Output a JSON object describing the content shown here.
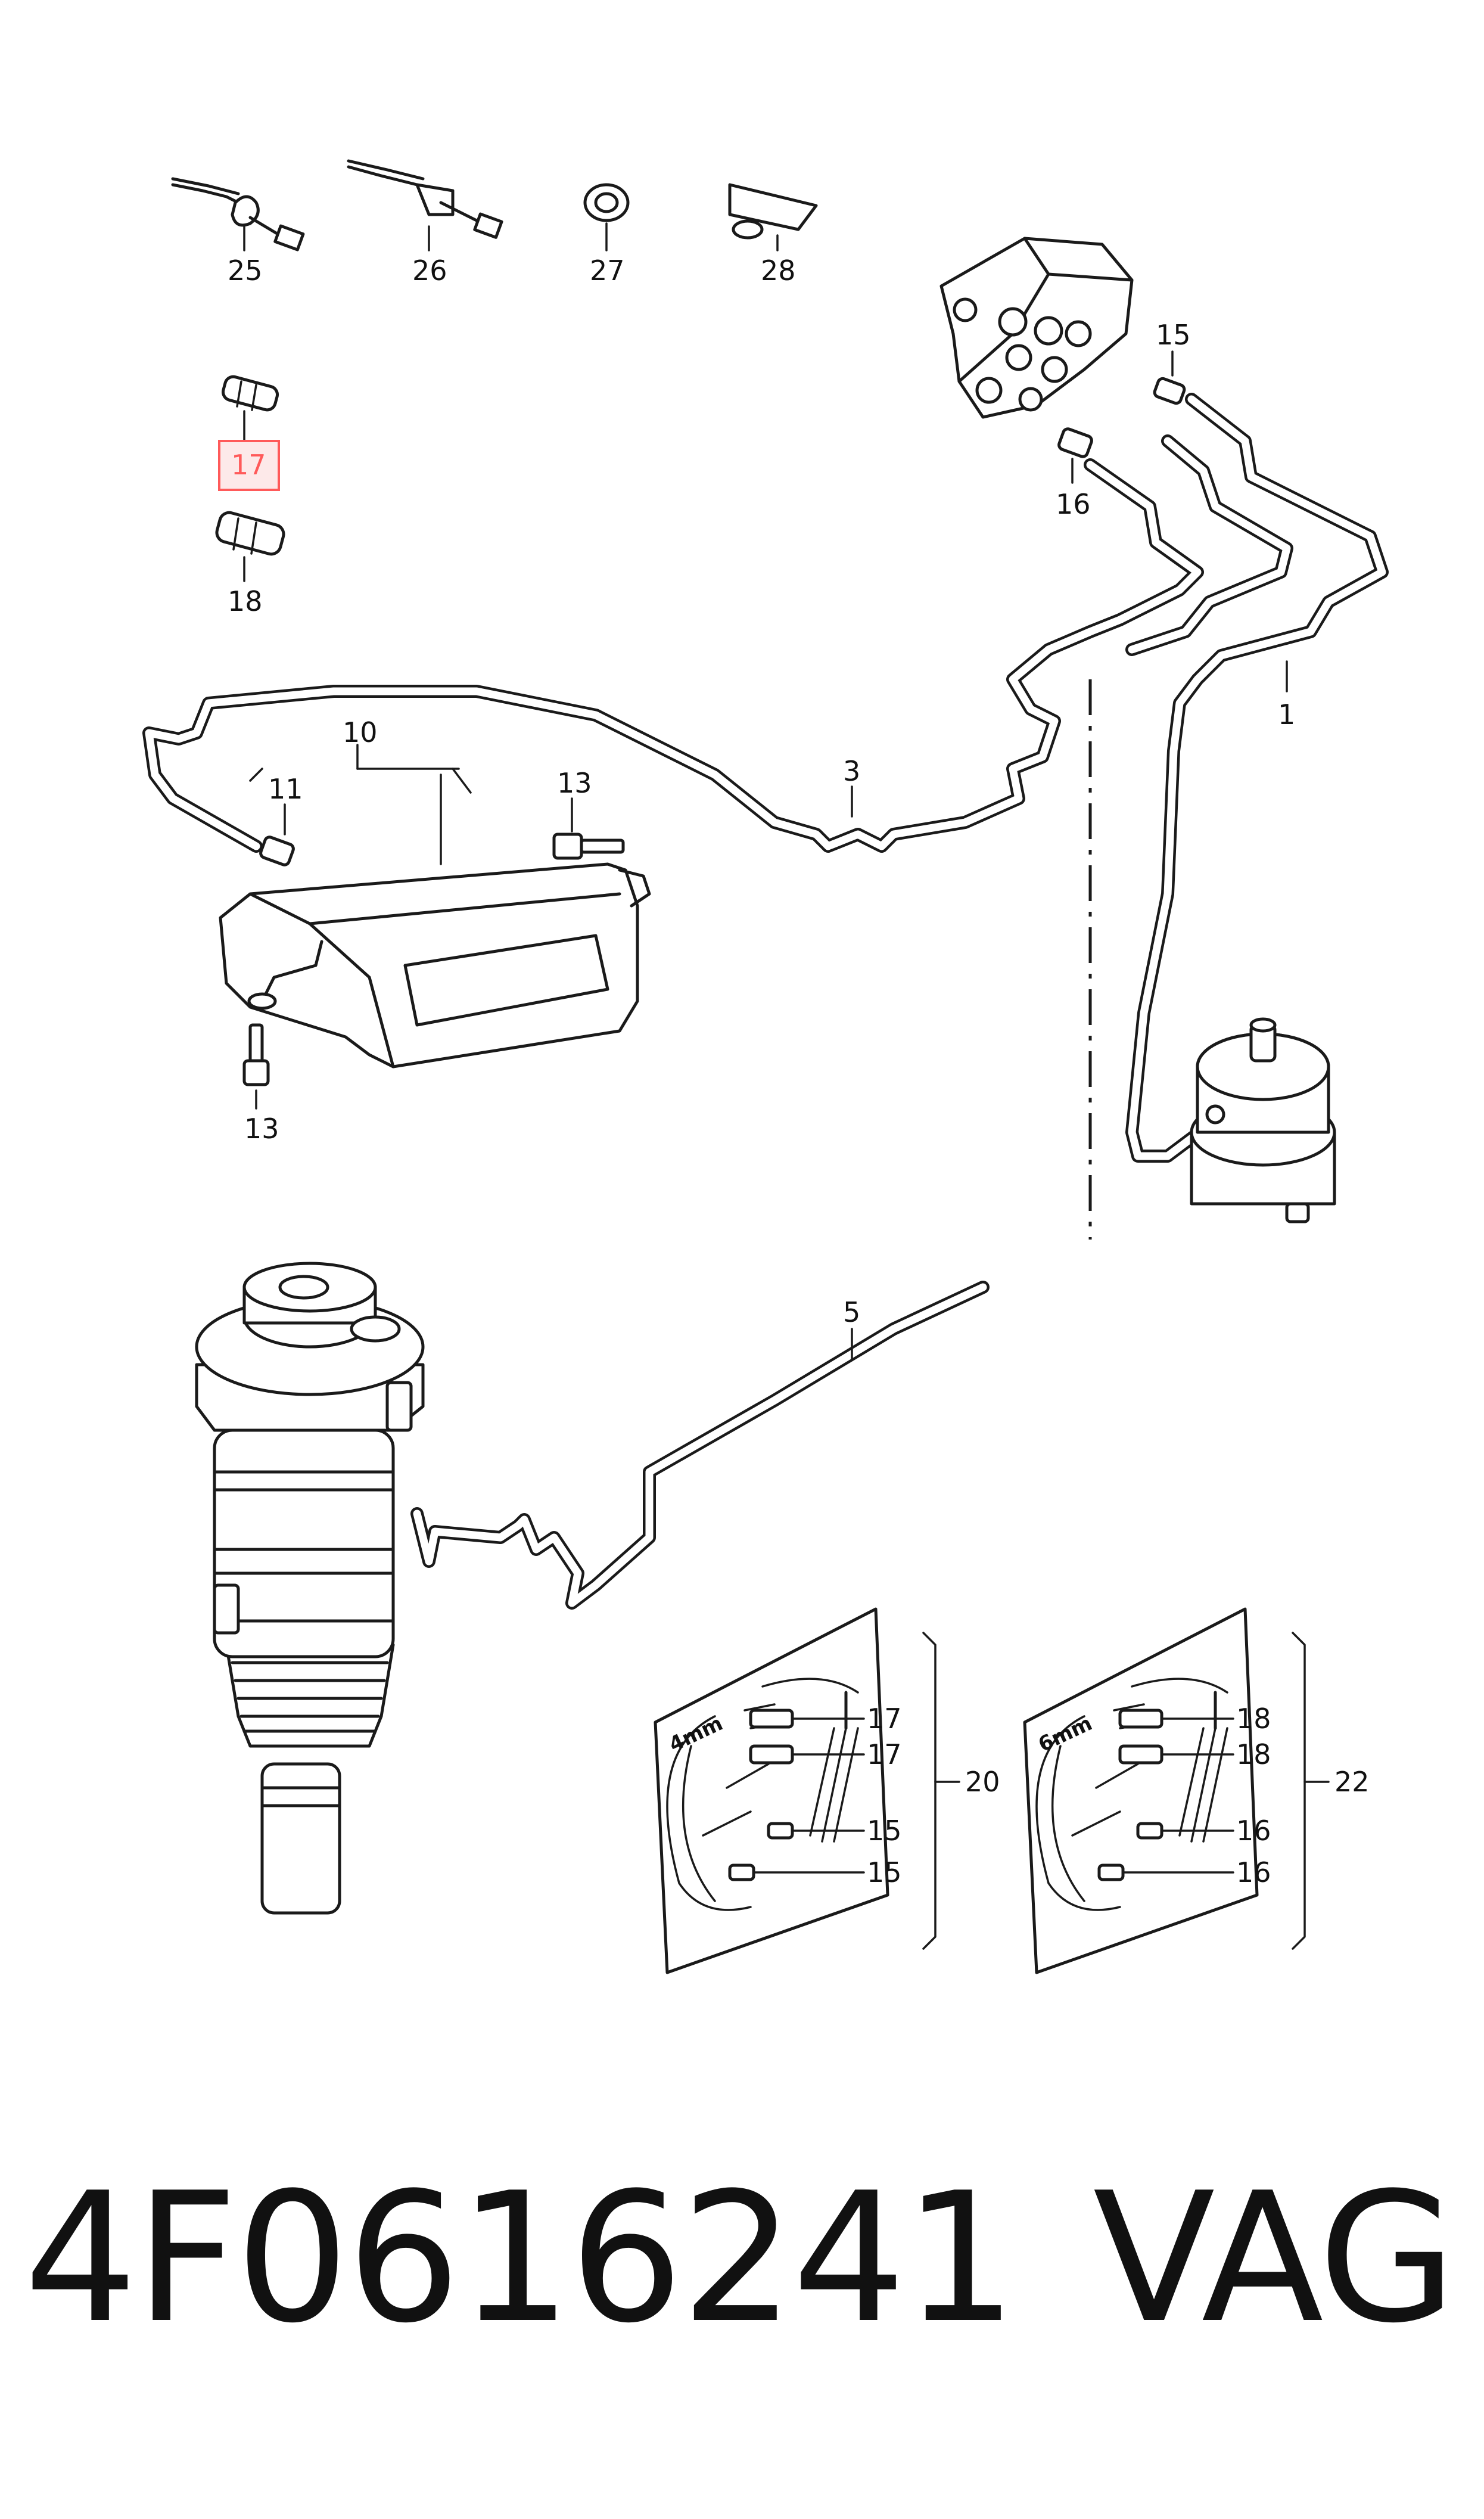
{
  "callouts": {
    "c25": "25",
    "c26": "26",
    "c27": "27",
    "c28": "28",
    "c17": "17",
    "c18": "18",
    "c15": "15",
    "c16": "16",
    "c1": "1",
    "c10": "10",
    "c11": "11",
    "c13a": "13",
    "c13b": "13",
    "c3": "3",
    "c5": "5"
  },
  "kits": {
    "k20": {
      "size": "4mm",
      "group": "20",
      "items": [
        "17",
        "17",
        "15",
        "15"
      ]
    },
    "k22": {
      "size": "6mm",
      "group": "22",
      "items": [
        "18",
        "18",
        "16",
        "16"
      ]
    }
  },
  "highlight": {
    "part": "17",
    "color": "#ff5a5a",
    "fill": "#fde9e9"
  },
  "footer": {
    "part_number": "4F0616241",
    "brand": "VAG"
  }
}
